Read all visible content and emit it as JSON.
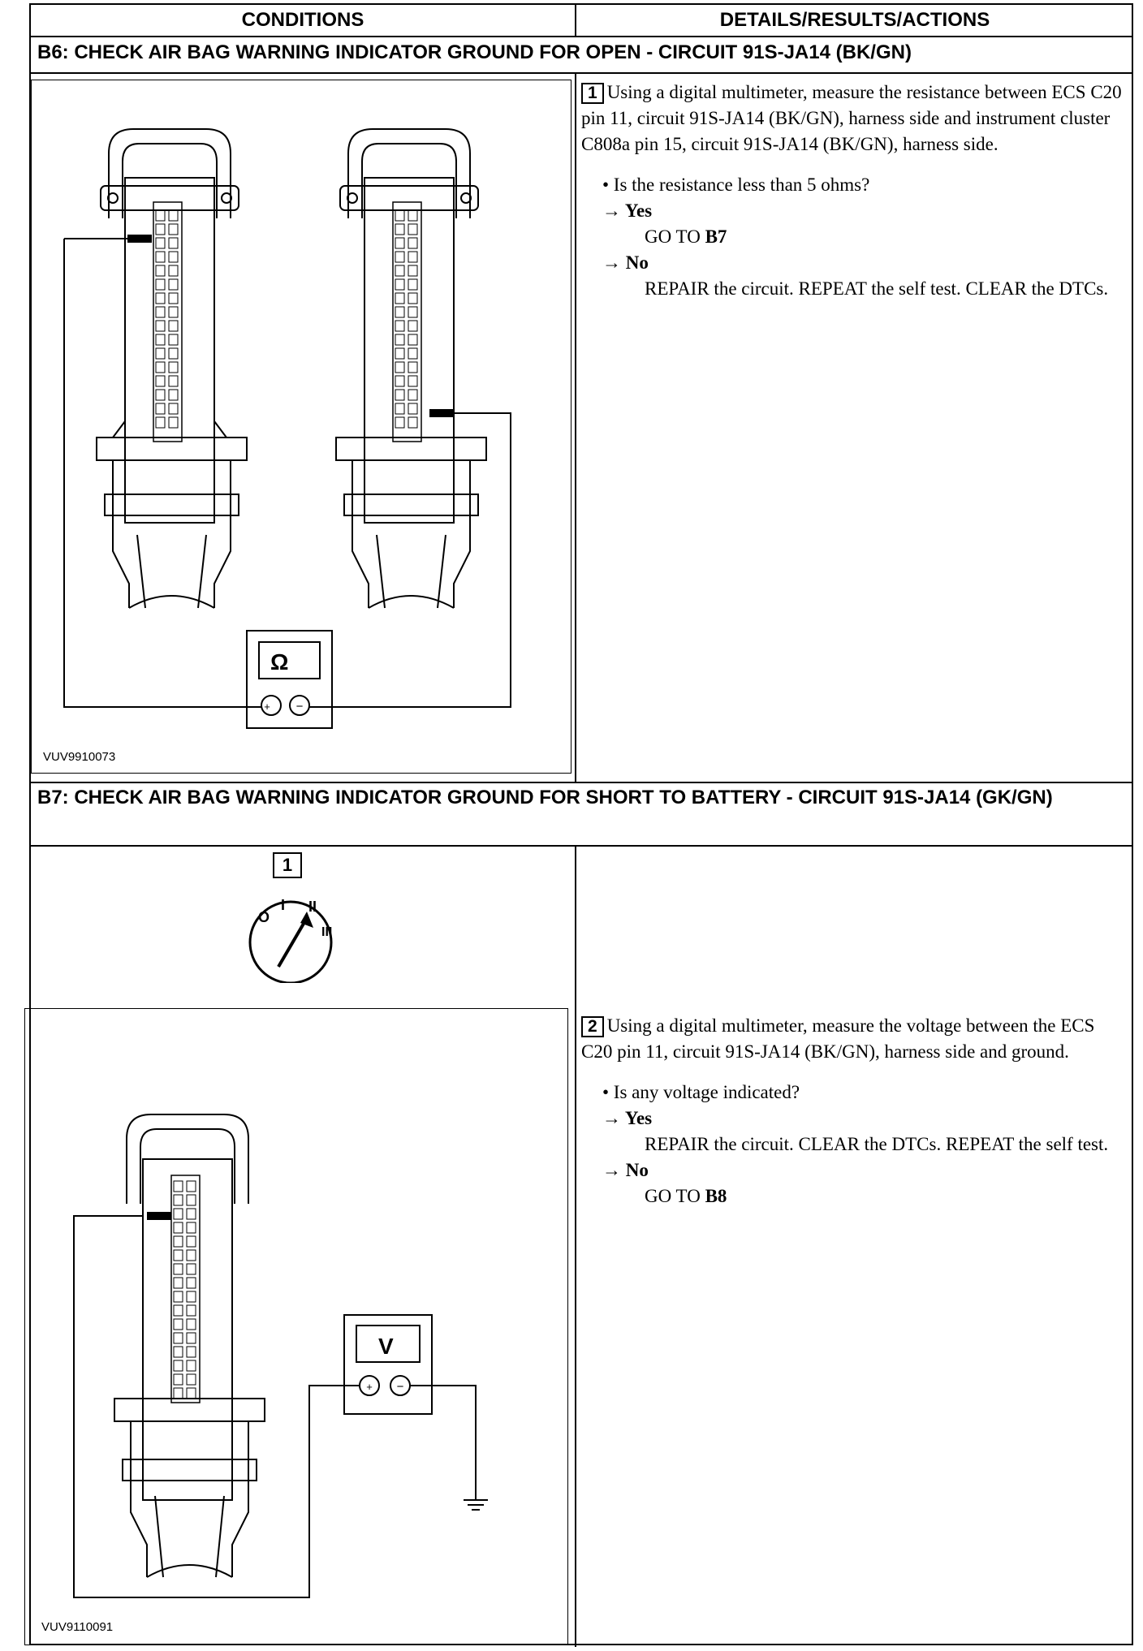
{
  "header": {
    "conditions": "CONDITIONS",
    "details": "DETAILS/RESULTS/ACTIONS"
  },
  "b6": {
    "title": "B6: CHECK AIR BAG WARNING INDICATOR GROUND FOR OPEN - CIRCUIT 91S-JA14 (BK/GN)",
    "figure_id": "VUV9910073",
    "meter_symbol": "Ω",
    "step_number": "1",
    "step_text": "Using a digital multimeter, measure the resistance between ECS C20 pin 11, circuit 91S-JA14 (BK/GN), harness side and instrument cluster C808a pin 15, circuit 91S-JA14 (BK/GN), harness side.",
    "question": "• Is the resistance less than 5 ohms?",
    "yes_label": "→ Yes",
    "yes_action_prefix": "GO TO ",
    "yes_action_target": "B7",
    "no_label": "→ No",
    "no_action": "REPAIR the circuit. REPEAT the self test. CLEAR the DTCs."
  },
  "b7": {
    "title": "B7: CHECK AIR BAG WARNING INDICATOR GROUND FOR SHORT TO BATTERY - CIRCUIT 91S-JA14 (GK/GN)",
    "figure_step_number": "1",
    "figure_id": "VUV9110091",
    "meter_symbol": "V",
    "step_number": "2",
    "step_text": "Using a digital multimeter, measure the voltage between the ECS C20 pin 11, circuit 91S-JA14 (BK/GN), harness side and ground.",
    "question": "• Is any voltage indicated?",
    "yes_label": "→ Yes",
    "yes_action": "REPAIR the circuit. CLEAR the DTCs. REPEAT the self test.",
    "no_label": "→ No",
    "no_action_prefix": "GO TO ",
    "no_action_target": "B8"
  }
}
